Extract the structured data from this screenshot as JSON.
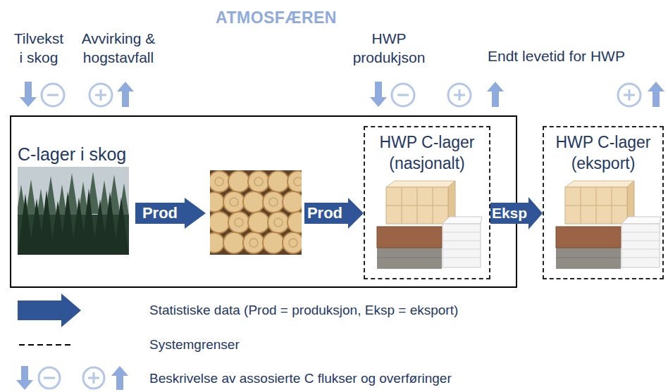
{
  "diagram": {
    "title": "ATMOSFÆREN",
    "nodes": [
      {
        "text": [
          "C-lager i skog"
        ]
      },
      {
        "text": [
          "HWP C-lager (nasjonalt)"
        ]
      },
      {
        "text": [
          "HWP C-lager (eksport)"
        ]
      }
    ],
    "edges": [
      {
        "from": 0,
        "to": 1,
        "label": "Prod",
        "arrow": "to"
      },
      {
        "from": 1,
        "to": 2,
        "label": "Eksp",
        "arrow": "to"
      }
    ],
    "labels": [
      "Tilvekst i skog",
      "Avvirking & hogstavfall",
      "HWP produkjson",
      "Endt levetid for HWP",
      "Prod"
    ],
    "legend": [
      {
        "text": "Statistiske data (Prod = produksjon, Eksp = eksport)"
      },
      {
        "text": "Systemgrenser"
      },
      {
        "text": "Beskrivelse av assosierte C flukser og overføringer"
      }
    ]
  }
}
